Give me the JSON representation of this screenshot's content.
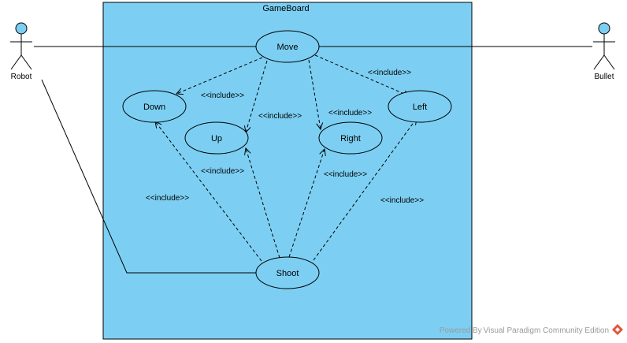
{
  "system": {
    "name": "GameBoard"
  },
  "actors": [
    {
      "id": "robot",
      "label": "Robot"
    },
    {
      "id": "bullet",
      "label": "Bullet"
    }
  ],
  "use_cases": [
    {
      "id": "move",
      "label": "Move"
    },
    {
      "id": "down",
      "label": "Down"
    },
    {
      "id": "up",
      "label": "Up"
    },
    {
      "id": "right",
      "label": "Right"
    },
    {
      "id": "left",
      "label": "Left"
    },
    {
      "id": "shoot",
      "label": "Shoot"
    }
  ],
  "relationships": [
    {
      "from": "move",
      "to": "down",
      "label": "<<include>>"
    },
    {
      "from": "move",
      "to": "up",
      "label": "<<include>>"
    },
    {
      "from": "move",
      "to": "right",
      "label": "<<include>>"
    },
    {
      "from": "move",
      "to": "left",
      "label": "<<include>>"
    },
    {
      "from": "shoot",
      "to": "down",
      "label": "<<include>>"
    },
    {
      "from": "shoot",
      "to": "up",
      "label": "<<include>>"
    },
    {
      "from": "shoot",
      "to": "right",
      "label": "<<include>>"
    },
    {
      "from": "shoot",
      "to": "left",
      "label": "<<include>>"
    }
  ],
  "associations": [
    {
      "actor": "robot",
      "use_case": "move"
    },
    {
      "actor": "robot",
      "use_case": "shoot"
    },
    {
      "actor": "bullet",
      "use_case": "move"
    }
  ],
  "watermark": {
    "text": "Powered By Visual Paradigm Community Edition"
  },
  "colors": {
    "system_fill": "#7ccff3",
    "use_case_fill": "#7ccff3",
    "actor_head": "#7ccff3",
    "line": "#000000",
    "watermark_logo": "#e0553b"
  }
}
